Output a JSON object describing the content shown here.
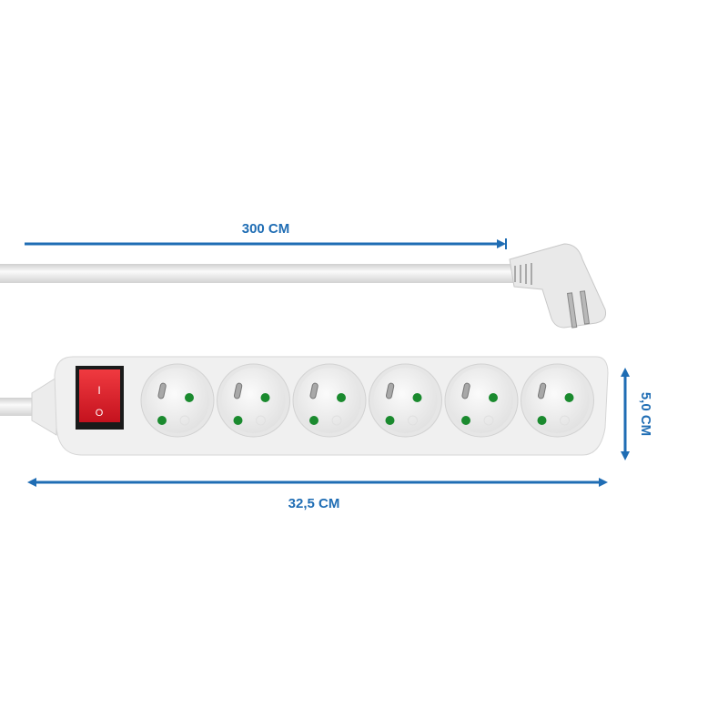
{
  "dimensions": {
    "cable_length": "300 CM",
    "strip_length": "32,5 CM",
    "strip_height": "5,0 CM"
  },
  "switch": {
    "on_mark": "I",
    "off_mark": "O"
  },
  "socket_count": 6,
  "colors": {
    "dimension_blue": "#1f6db4",
    "body_white": "#f2f2f2",
    "switch_red": "#d8232f",
    "contact_green": "#1a8a2e"
  }
}
